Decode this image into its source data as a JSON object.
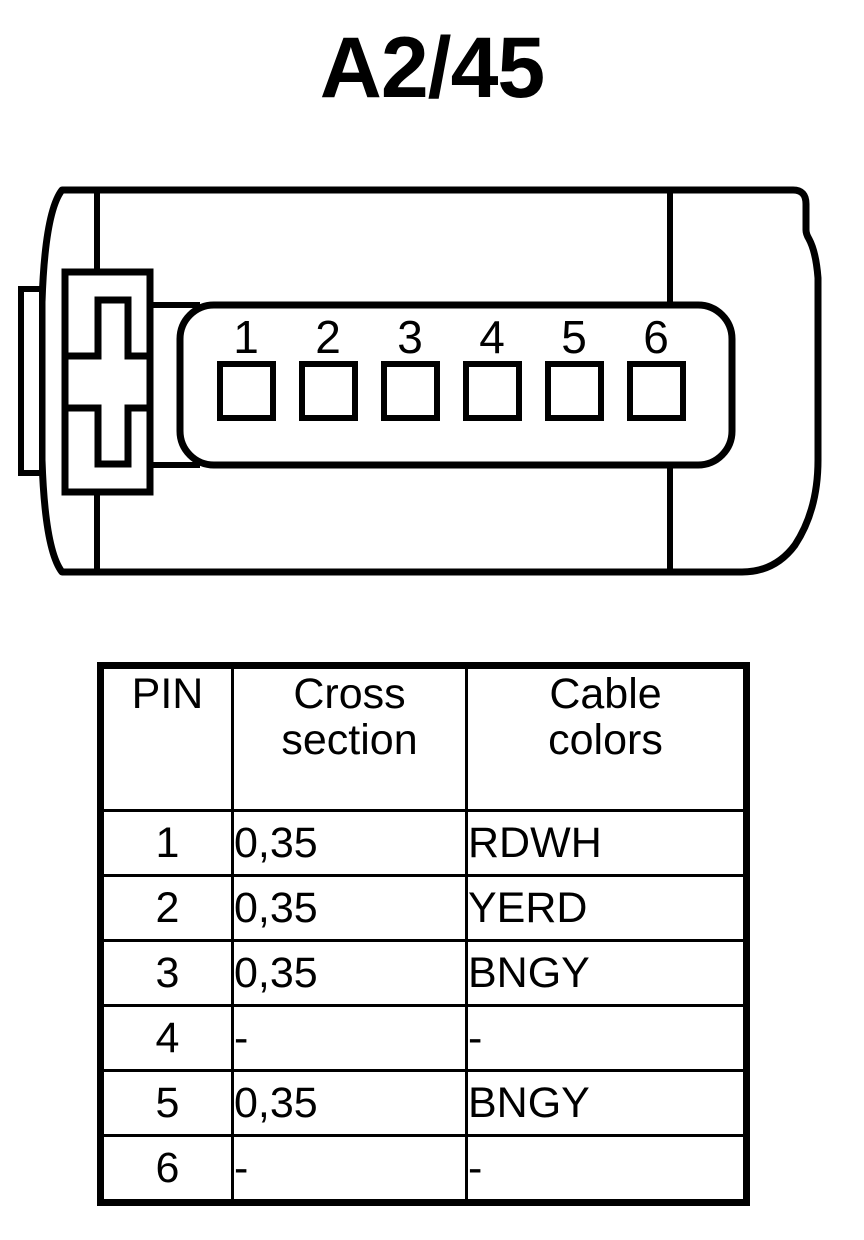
{
  "title": "A2/45",
  "connector": {
    "pin_numbers": [
      "1",
      "2",
      "3",
      "4",
      "5",
      "6"
    ],
    "pin_count": 6,
    "line_color": "#000000",
    "body_color": "#ffffff"
  },
  "table": {
    "headers": {
      "pin": [
        "PIN"
      ],
      "cross_section": [
        "Cross",
        "section"
      ],
      "cable_colors": [
        "Cable",
        "colors"
      ]
    },
    "rows": [
      {
        "pin": "1",
        "cross_section": "0,35",
        "cable_colors": "RDWH"
      },
      {
        "pin": "2",
        "cross_section": "0,35",
        "cable_colors": "YERD"
      },
      {
        "pin": "3",
        "cross_section": "0,35",
        "cable_colors": "BNGY"
      },
      {
        "pin": "4",
        "cross_section": "-",
        "cable_colors": "-"
      },
      {
        "pin": "5",
        "cross_section": "0,35",
        "cable_colors": "BNGY"
      },
      {
        "pin": "6",
        "cross_section": "-",
        "cable_colors": "-"
      }
    ]
  }
}
